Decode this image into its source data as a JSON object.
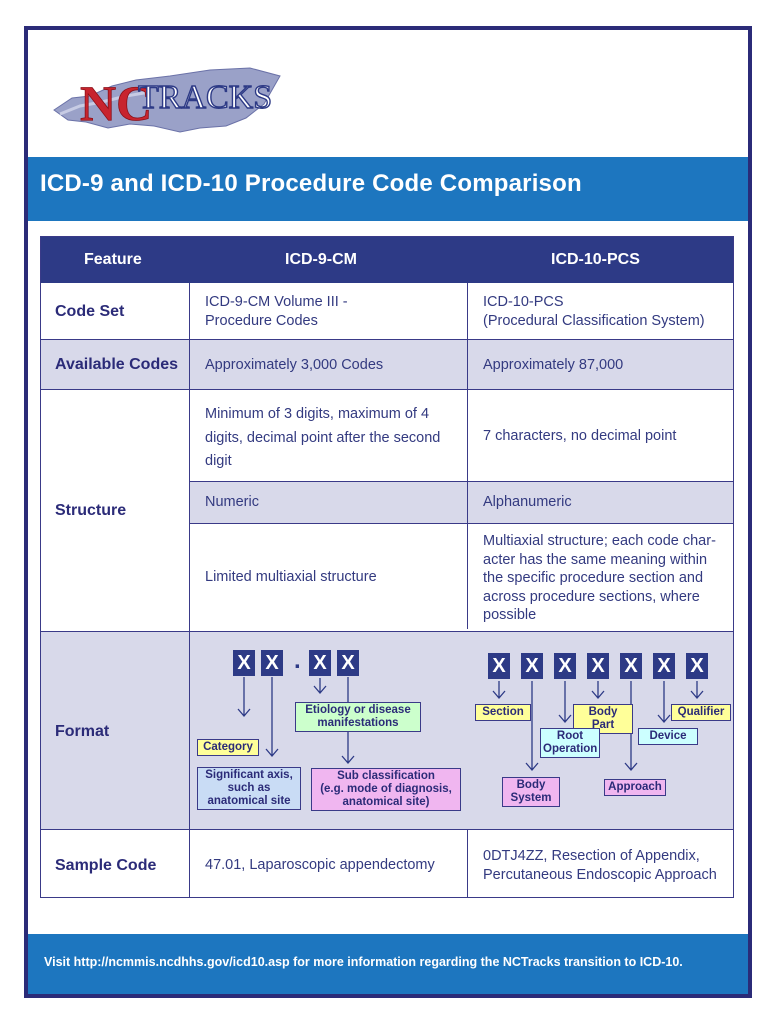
{
  "logo": {
    "nc": "NC",
    "tracks": "TRACKS"
  },
  "title": "ICD-9 and ICD-10 Procedure Code Comparison",
  "headers": {
    "feature": "Feature",
    "icd9": "ICD-9-CM",
    "icd10": "ICD-10-PCS"
  },
  "rows": {
    "code_set": {
      "label": "Code Set",
      "icd9": "ICD-9-CM Volume III -\nProcedure Codes",
      "icd10": "ICD-10-PCS\n(Procedural Classification System)"
    },
    "available": {
      "label": "Available Codes",
      "icd9": "Approximately 3,000 Codes",
      "icd10": "Approximately 87,000"
    },
    "structure": {
      "label": "Structure",
      "sub1_icd9": "Minimum of 3 digits, maximum of 4\ndigits, decimal point after the second\ndigit",
      "sub1_icd10": "7 characters, no decimal point",
      "sub2_icd9": "Numeric",
      "sub2_icd10": "Alphanumeric",
      "sub3_icd9": "Limited multiaxial structure",
      "sub3_icd10": "Multiaxial structure; each code char-\nacter has the same meaning within\nthe specific procedure section and\nacross procedure sections, where\npossible"
    },
    "format": {
      "label": "Format",
      "x_char": "X",
      "dot": ".",
      "icd9_labels": {
        "etiology": "Etiology or disease\nmanifestations",
        "category": "Category",
        "significant": "Significant axis,\nsuch as\nanatomical site",
        "subclass": "Sub classification\n(e.g. mode of diagnosis,\nanatomical site)"
      },
      "icd10_labels": {
        "section": "Section",
        "body_part": "Body Part",
        "qualifier": "Qualifier",
        "root_operation": "Root\nOperation",
        "device": "Device",
        "body_system": "Body\nSystem",
        "approach": "Approach"
      }
    },
    "sample": {
      "label": "Sample Code",
      "icd9": "47.01, Laparoscopic appendectomy",
      "icd10": "0DTJ4ZZ, Resection of Appendix,\nPercutaneous Endoscopic Approach"
    }
  },
  "footer": "Visit http://ncmmis.ncdhhs.gov/icd10.asp for more information regarding the NCTracks transition to ICD-10.",
  "colors": {
    "navy": "#2d3a86",
    "blue_band": "#1d76bf",
    "row_shade": "#d8d9ea",
    "label_yellow": "#ffff99",
    "label_green": "#ccffcc",
    "label_blue": "#c9dcf5",
    "label_pink": "#f0b6f0",
    "label_cyan": "#ccffff"
  }
}
